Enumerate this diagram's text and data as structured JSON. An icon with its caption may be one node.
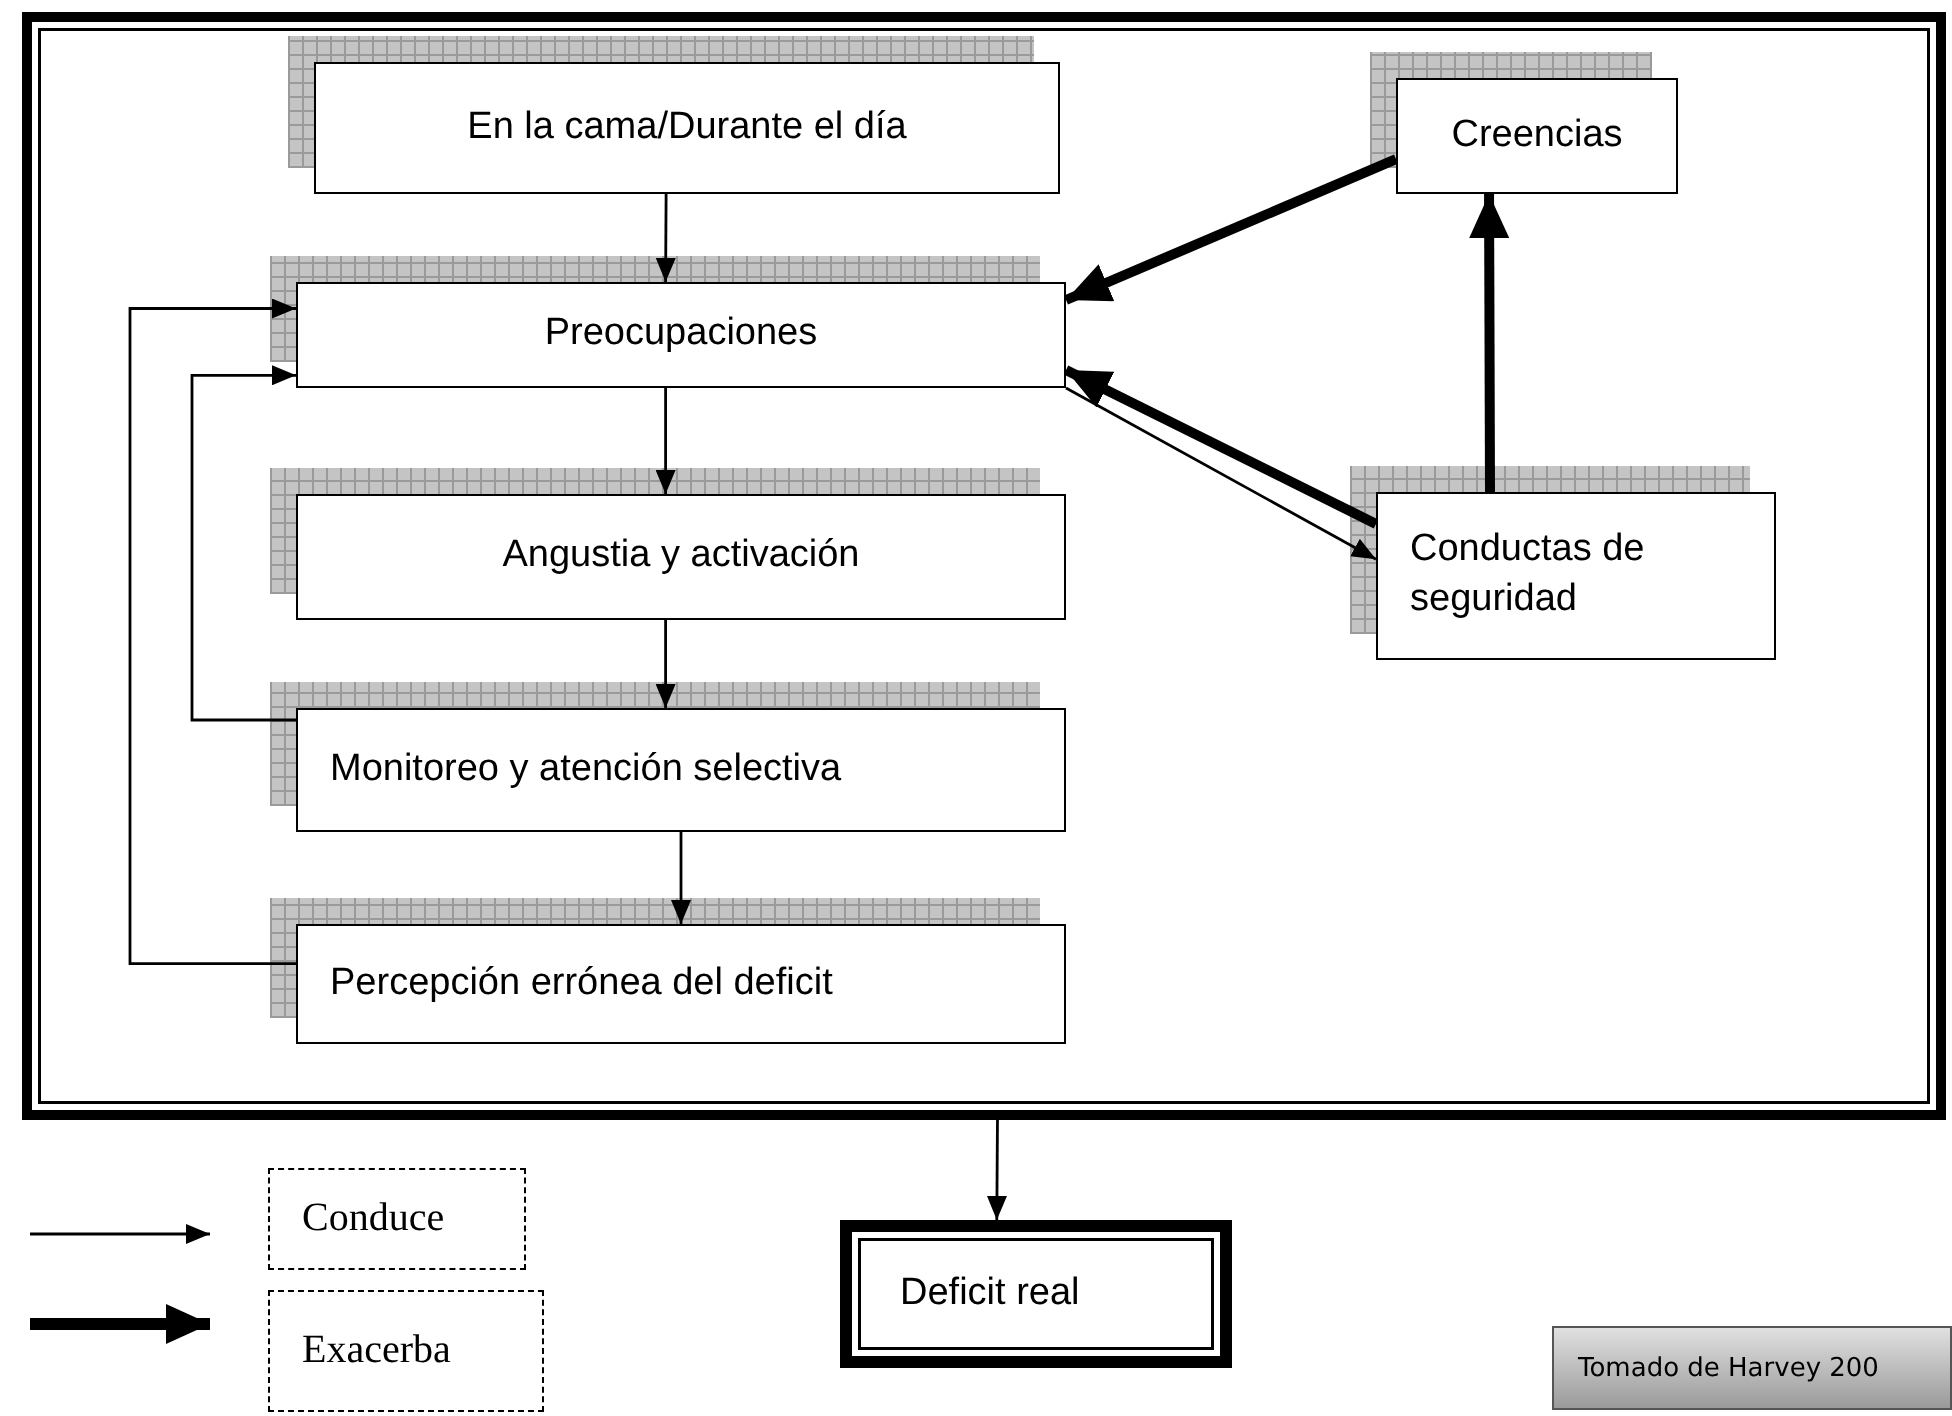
{
  "diagram": {
    "nodes": [
      {
        "text": [],
        "shape": "box"
      },
      {
        "text": [
          "En la cama/Durante el día"
        ],
        "in": 0
      },
      {
        "text": [
          "Preocupaciones"
        ],
        "in": 0
      },
      {
        "text": [
          "Angustia y activación"
        ],
        "in": 0
      },
      {
        "text": [
          "Monitoreo  y atención selectiva"
        ],
        "in": 0
      },
      {
        "text": [
          "Percepción errónea del deficit"
        ],
        "in": 0
      },
      {
        "text": [
          "Creencias"
        ],
        "in": 0
      },
      {
        "text": [
          "Conductas de seguridad"
        ],
        "in": 0
      },
      {
        "text": [
          "Deficit real"
        ]
      }
    ],
    "edges": [
      {
        "from": 1,
        "to": 2,
        "arrow": "to"
      },
      {
        "from": 2,
        "to": 3,
        "arrow": "to"
      },
      {
        "from": 3,
        "to": 4,
        "arrow": "to"
      },
      {
        "from": 4,
        "to": 5,
        "arrow": "to"
      },
      {
        "from": 5,
        "to": 2,
        "arrow": "to"
      },
      {
        "from": 4,
        "to": 2,
        "arrow": "to"
      },
      {
        "from": 6,
        "to": 2,
        "arrow": "to",
        "style": "thick"
      },
      {
        "from": 7,
        "to": 2,
        "arrow": "to",
        "style": "thick"
      },
      {
        "from": 2,
        "to": 7,
        "arrow": "to"
      },
      {
        "from": 7,
        "to": 6,
        "arrow": "to",
        "style": "thick"
      },
      {
        "from": 0,
        "to": 8,
        "arrow": "to"
      }
    ],
    "labels": [
      "Tomado de Harvey 200"
    ],
    "legend": [
      {
        "text": "Conduce"
      },
      {
        "text": "Exacerba"
      }
    ]
  }
}
